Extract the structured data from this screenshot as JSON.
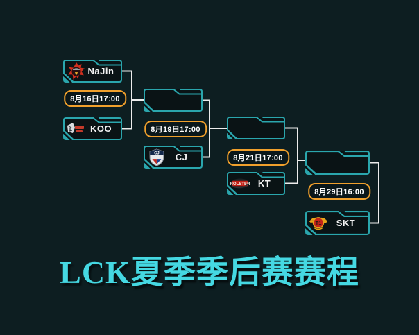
{
  "page": {
    "title": "LCK夏季季后赛赛程",
    "background_color": "#0d1e21",
    "title_color": "#45d8e2"
  },
  "colors": {
    "frame_teal": "#2aa6ad",
    "box_fill": "#0a1315",
    "badge_border_orange": "#f0a02c",
    "connector_line": "#ececec",
    "team_text": "#f2f2f2"
  },
  "bracket": {
    "matches": [
      {
        "round": "round-1",
        "date": "8月16日17:00",
        "top_team": "NaJin",
        "bottom_team": "KOO"
      },
      {
        "round": "round-2",
        "date": "8月19日17:00",
        "top_team": "",
        "bottom_team": "CJ"
      },
      {
        "round": "round-3",
        "date": "8月21日17:00",
        "top_team": "",
        "bottom_team": "KT"
      },
      {
        "round": "final",
        "date": "8月29日16:00",
        "top_team": "",
        "bottom_team": "SKT"
      }
    ],
    "logos": {
      "najin": "flame-mascot-icon",
      "koo": "tiger-mascot-icon",
      "cj": "shield-badge-icon",
      "kt": "rolster-banner-icon",
      "skt": "winged-emblem-icon"
    }
  }
}
